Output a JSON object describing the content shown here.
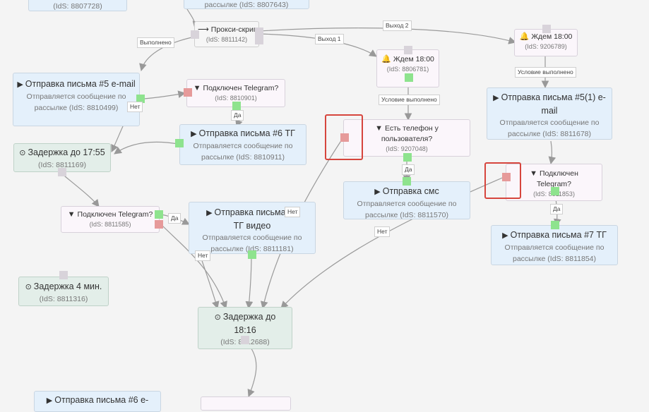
{
  "nodes": {
    "top_letter": {
      "ids": "(IdS: 8807728)"
    },
    "top_center": {
      "ids": "рассылке (IdS: 8807643)"
    },
    "proxy": {
      "title": "Прокси-скрипт",
      "ids": "(IdS: 8811142)"
    },
    "wait1": {
      "title": "Ждем 18:00",
      "ids": "(IdS: 8806781)"
    },
    "wait2": {
      "title": "Ждем 18:00",
      "ids": "(IdS: 9206789)"
    },
    "letter5": {
      "title": "Отправка письма #5 e-mail",
      "desc": "Отправляется сообщение по рассылке (IdS: 8810499)"
    },
    "tg1": {
      "title": "Подключен Telegram?",
      "ids": "(IdS: 8810901)"
    },
    "letter6tg": {
      "title": "Отправка письма #6 ТГ",
      "desc": "Отправляется сообщение по рассылке (IdS: 8810911)"
    },
    "delay1755": {
      "title": "Задержка до 17:55",
      "ids": "(IdS: 8811169)"
    },
    "tg2": {
      "title": "Подключен Telegram?",
      "ids": "(IdS: 8811585)"
    },
    "letter6video": {
      "title": "Отправка письма #6 ТГ видео",
      "desc": "Отправляется сообщение по рассылке (IdS: 8811181)"
    },
    "delay4": {
      "title": "Задержка 4 мин.",
      "ids": "(IdS: 8811316)"
    },
    "delay1816": {
      "title": "Задержка до 18:16",
      "ids": "(IdS: 8812688)"
    },
    "phone": {
      "title": "Есть телефон у пользователя?",
      "ids": "(IdS: 9207048)"
    },
    "sms": {
      "title": "Отправка смс",
      "desc": "Отправляется сообщение по рассылке (IdS: 8811570)"
    },
    "letter51": {
      "title": "Отправка письма #5(1) e-mail",
      "desc": "Отправляется сообщение по рассылке (IdS: 8811678)"
    },
    "tg3": {
      "title": "Подключен Telegram?",
      "ids": "(IdS: 8811853)"
    },
    "letter7": {
      "title": "Отправка письма #7 ТГ",
      "desc": "Отправляется сообщение по рассылке (IdS: 8811854)"
    },
    "bottom_left": {
      "title": "Отправка письма #6 е-"
    }
  },
  "edge_labels": {
    "done": "Выполнено",
    "exit1": "Выход 1",
    "exit2": "Выход 2",
    "cond1": "Условие выполнено",
    "cond2": "Условие выполнено",
    "no1": "Нет",
    "yes1": "Да",
    "yes2": "Да",
    "no2": "Нет",
    "no3": "Нет",
    "yes3": "Да",
    "no4": "Нет",
    "yes4": "Да"
  },
  "icons": {
    "letter": "play-icon",
    "delay": "clock-icon",
    "filter": "filter-icon",
    "wait": "bell-icon",
    "proxy": "arrow-icon"
  },
  "colors": {
    "yes_port": "#8ee38e",
    "no_port": "#e69a9a",
    "highlight": "#d6453d",
    "edge": "#999999"
  }
}
